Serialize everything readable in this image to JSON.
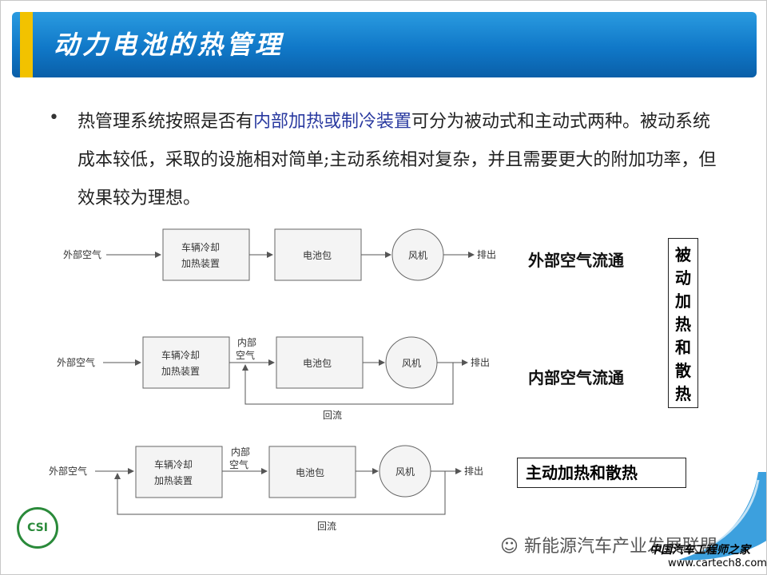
{
  "slide": {
    "title": "动力电池的热管理",
    "bullet_pre": "热管理系统按照是否有",
    "bullet_highlight": "内部加热或制冷装置",
    "bullet_post": "可分为被动式和主动式两种。被动系统成本较低，采取的设施相对简单;主动系统相对复杂，并且需要更大的附加功率，但效果较为理想。"
  },
  "diagram1": {
    "input": "外部空气",
    "box1_line1": "车辆冷却",
    "box1_line2": "加热装置",
    "box2": "电池包",
    "fan": "风机",
    "output": "排出",
    "label": "外部空气流通"
  },
  "diagram2": {
    "input": "外部空气",
    "box1_line1": "车辆冷却",
    "box1_line2": "加热装置",
    "mid_line1": "内部",
    "mid_line2": "空气",
    "box2": "电池包",
    "fan": "风机",
    "output": "排出",
    "return": "回流",
    "label": "内部空气流通"
  },
  "diagram3": {
    "input": "外部空气",
    "box1_line1": "车辆冷却",
    "box1_line2": "加热装置",
    "mid_line1": "内部",
    "mid_line2": "空气",
    "box2": "电池包",
    "fan": "风机",
    "output": "排出",
    "return": "回流",
    "label": "主动加热和散热"
  },
  "vertical_label": [
    "被",
    "动",
    "加",
    "热",
    "和",
    "散",
    "热"
  ],
  "footer": {
    "logo_text": "CSI",
    "watermark": "新能源汽车产业发展联盟",
    "site_name": "中国汽车工程师之家",
    "url": "www.cartech8.com"
  },
  "colors": {
    "title_bar": "#1078c8",
    "title_accent": "#f2c200",
    "highlight": "#2a3aa0",
    "logo_green": "#2a8a3a"
  }
}
